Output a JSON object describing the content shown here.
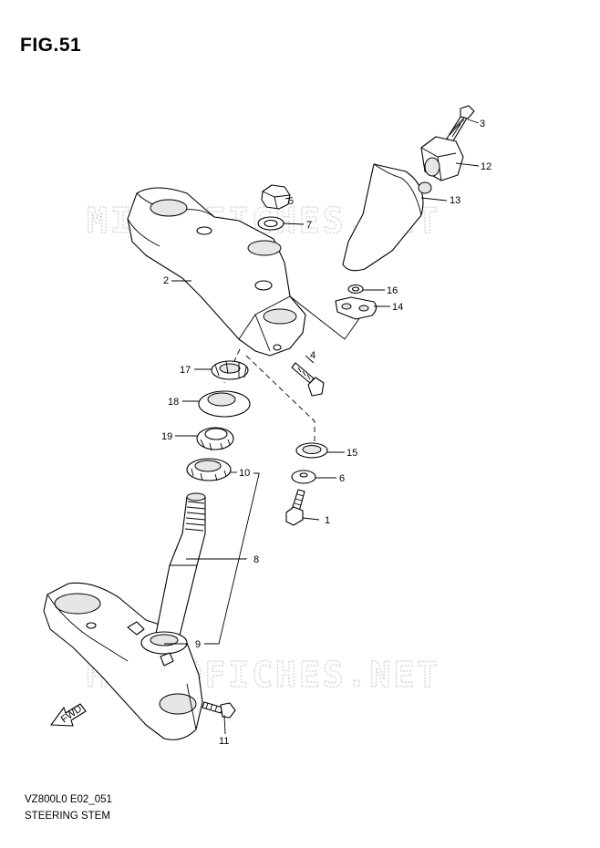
{
  "figure_label": "FIG.51",
  "model_code": "VZ800L0 E02_051",
  "diagram_title": "STEERING STEM",
  "watermark": "MICROFICHES.NET",
  "fwd_label": "FWD",
  "callouts": {
    "p1": "1",
    "p2": "2",
    "p3": "3",
    "p4": "4",
    "p5": "5",
    "p6": "6",
    "p7": "7",
    "p8": "8",
    "p9": "9",
    "p10": "10",
    "p11": "11",
    "p12": "12",
    "p13": "13",
    "p14": "14",
    "p15": "15",
    "p16": "16",
    "p17": "17",
    "p18": "18",
    "p19": "19"
  }
}
